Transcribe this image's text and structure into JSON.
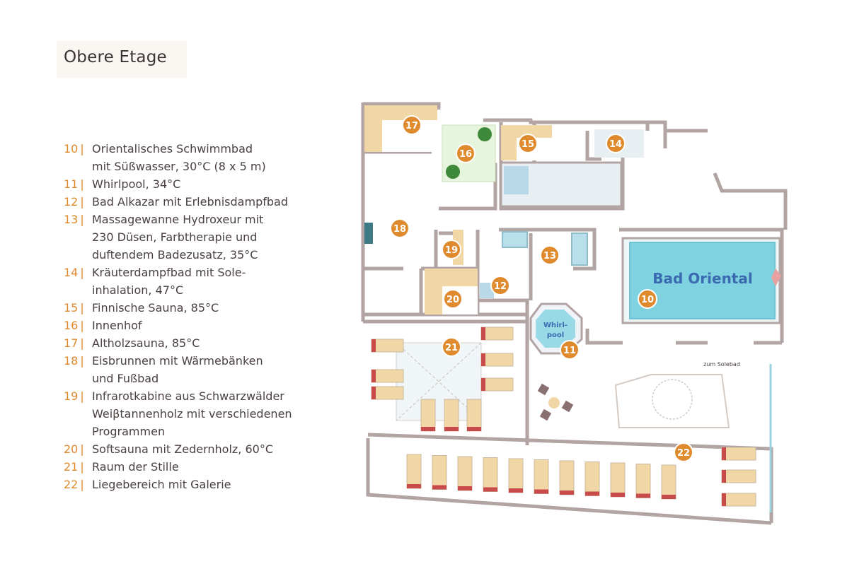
{
  "title": "Obere Etage",
  "colors": {
    "accent": "#e08a2e",
    "wall": "#b3a4a4",
    "pool": "#7fd3e0",
    "wood": "#f2d7a6"
  },
  "legend": [
    {
      "num": "10",
      "text": "Orientalisches Schwimmbad\nmit Süßwasser, 30°C (8 x 5 m)"
    },
    {
      "num": "11",
      "text": "Whirlpool, 34°C"
    },
    {
      "num": "12",
      "text": "Bad Alkazar mit Erlebnisdampfbad"
    },
    {
      "num": "13",
      "text": "Massagewanne Hydroxeur mit\n230 Düsen, Farbtherapie und\nduftendem Badezusatz, 35°C"
    },
    {
      "num": "14",
      "text": "Kräuterdampfbad mit Sole-\ninhalation, 47°C"
    },
    {
      "num": "15",
      "text": "Finnische Sauna, 85°C"
    },
    {
      "num": "16",
      "text": "Innenhof"
    },
    {
      "num": "17",
      "text": "Altholzsauna, 85°C"
    },
    {
      "num": "18",
      "text": "Eisbrunnen mit Wärmebänken\nund Fußbad"
    },
    {
      "num": "19",
      "text": "Infrarotkabine aus Schwarzwälder\nWeiβtannenholz mit verschiedenen\nProgrammen"
    },
    {
      "num": "20",
      "text": "Softsauna mit Zedernholz, 60°C"
    },
    {
      "num": "21",
      "text": "Raum der Stille"
    },
    {
      "num": "22",
      "text": "Liegebereich mit Galerie"
    }
  ],
  "map": {
    "pool_label": "Bad Oriental",
    "whirlpool_label_1": "Whirl-",
    "whirlpool_label_2": "pool",
    "solebad_label": "zum Solebad",
    "markers": [
      "10",
      "11",
      "12",
      "13",
      "14",
      "15",
      "16",
      "17",
      "18",
      "19",
      "20",
      "21",
      "22"
    ]
  }
}
